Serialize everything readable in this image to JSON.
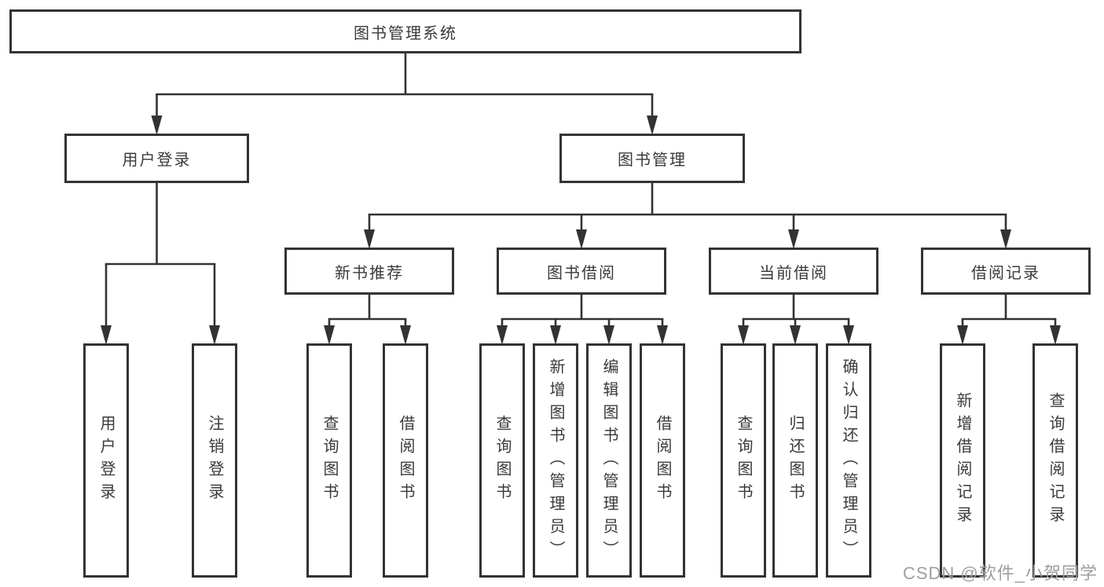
{
  "diagram": {
    "title": "图书管理系统",
    "nodes": [
      {
        "id": "root",
        "label": "图书管理系统",
        "level": 1
      },
      {
        "id": "login",
        "label": "用户登录",
        "level": 2
      },
      {
        "id": "mgmt",
        "label": "图书管理",
        "level": 2
      },
      {
        "id": "new-books",
        "label": "新书推荐",
        "level": 3
      },
      {
        "id": "borrow",
        "label": "图书借阅",
        "level": 3
      },
      {
        "id": "current",
        "label": "当前借阅",
        "level": 3
      },
      {
        "id": "records",
        "label": "借阅记录",
        "level": 3
      },
      {
        "id": "user-login",
        "label": "用户登录",
        "level": 4
      },
      {
        "id": "logout",
        "label": "注销登录",
        "level": 4
      },
      {
        "id": "nb-query",
        "label": "查询图书",
        "level": 4
      },
      {
        "id": "nb-borrow",
        "label": "借阅图书",
        "level": 4
      },
      {
        "id": "b-query",
        "label": "查询图书",
        "level": 4
      },
      {
        "id": "b-add",
        "label": "新增图书（管理员）",
        "level": 4
      },
      {
        "id": "b-edit",
        "label": "编辑图书（管理员）",
        "level": 4
      },
      {
        "id": "b-borrow",
        "label": "借阅图书",
        "level": 4
      },
      {
        "id": "c-query",
        "label": "查询图书",
        "level": 4
      },
      {
        "id": "c-return",
        "label": "归还图书",
        "level": 4
      },
      {
        "id": "c-confirm",
        "label": "确认归还（管理员）",
        "level": 4
      },
      {
        "id": "r-add",
        "label": "新增借阅记录",
        "level": 4
      },
      {
        "id": "r-query",
        "label": "查询借阅记录",
        "level": 4
      }
    ],
    "edges": [
      {
        "from": "root",
        "to": [
          "login",
          "mgmt"
        ]
      },
      {
        "from": "login",
        "to": [
          "user-login",
          "logout"
        ]
      },
      {
        "from": "mgmt",
        "to": [
          "new-books",
          "borrow",
          "current",
          "records"
        ]
      },
      {
        "from": "new-books",
        "to": [
          "nb-query",
          "nb-borrow"
        ]
      },
      {
        "from": "borrow",
        "to": [
          "b-query",
          "b-add",
          "b-edit",
          "b-borrow"
        ]
      },
      {
        "from": "current",
        "to": [
          "c-query",
          "c-return",
          "c-confirm"
        ]
      },
      {
        "from": "records",
        "to": [
          "r-add",
          "r-query"
        ]
      }
    ],
    "colors": {
      "line": "#333333",
      "text": "#3a3a3a",
      "box_background": "#ffffff"
    }
  },
  "watermark": {
    "text": "CSDN @软件_小贺同学",
    "color": "#9e9e9e"
  }
}
